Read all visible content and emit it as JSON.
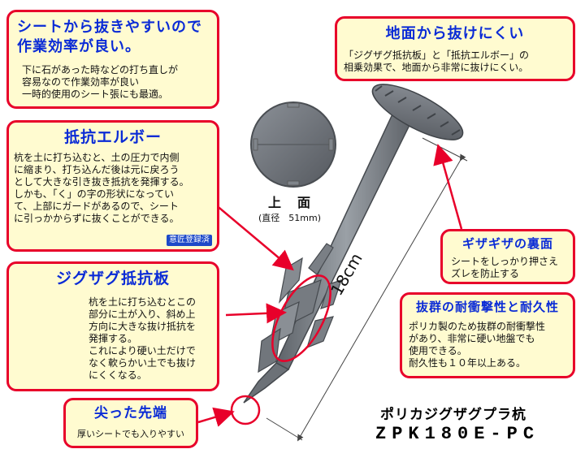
{
  "sheet_box": {
    "title_line1": "シートから抜きやすいので",
    "title_line2": "作業効率が良い。",
    "body": "下に石があった時などの打ち直しが\n容易なので作業効率が良い\n一時的使用のシート張にも最適。"
  },
  "ground_box": {
    "title": "地面から抜けにくい",
    "body": "「ジグザグ抵抗板」と「抵抗エルボー」の\n相乗効果で、地面から非常に抜けにくい。"
  },
  "elbow_box": {
    "title": "抵抗エルボー",
    "body": "杭を土に打ち込むと、土の圧力で内側\nに縮まり、打ち込んだ後は元に戻ろう\nとして大きな引き抜き抵抗を発揮する。\nしかも、「く」の字の形状になってい\nて、上部にガードがあるので、シート\nに引っかからずに抜くことができる。",
    "badge": "意匠登録済"
  },
  "zigzag_box": {
    "title": "ジグザグ抵抗板",
    "body": "杭を土に打ち込むとこの\n部分に土が入り、斜め上\n方向に大きな抜け抵抗を\n発揮する。\nこれにより硬い土だけで\nなく軟らかい土でも抜け\nにくくなる。"
  },
  "tip_box": {
    "title": "尖った先端",
    "body": "厚いシートでも入りやすい"
  },
  "back_box": {
    "title": "ギザギザの裏面",
    "body": "シートをしっかり押さえ\nズレを防止する"
  },
  "impact_box": {
    "title": "抜群の耐衝撃性と耐久性",
    "body": "ポリカ製のため抜群の耐衝撃性\nがあり、非常に硬い地盤でも\n使用できる。\n耐久性も１０年以上ある。"
  },
  "top_view": {
    "label": "上　面",
    "diameter": "(直径　51mm)"
  },
  "dimension": {
    "length": "18cm"
  },
  "product": {
    "name": "ポリカジグザグプラ杭",
    "code": "ZPK180E-PC"
  },
  "colors": {
    "border": "#e8002a",
    "box_fill": "#fffbd0",
    "title": "#0a2bd6",
    "stake": "#6c7177",
    "arrow": "#e8002a"
  }
}
